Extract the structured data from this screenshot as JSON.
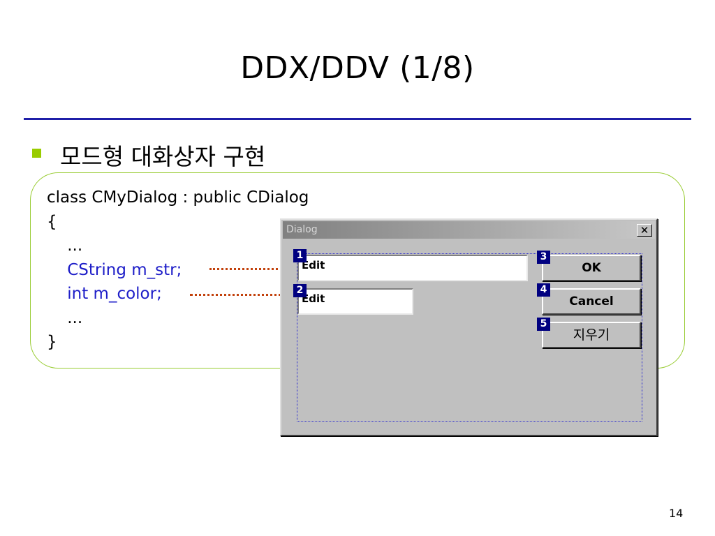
{
  "slide": {
    "title": "DDX/DDV (1/8)",
    "bullet": "모드형 대화상자 구현",
    "page_number": "14"
  },
  "code": {
    "line1": "class CMyDialog : public CDialog",
    "line2": "{",
    "line3": "    ...",
    "line4": "    CString m_str;",
    "line5": "    int m_color;",
    "line6": "    ...",
    "line7": "}"
  },
  "dialog": {
    "title": "Dialog",
    "close_glyph": "✕",
    "edit1": "Edit",
    "edit2": "Edit",
    "ok_label": "OK",
    "cancel_label": "Cancel",
    "clear_label": "지우기",
    "tab_order": [
      "1",
      "2",
      "3",
      "4",
      "5"
    ]
  },
  "colors": {
    "title_rule": "#1f1fa8",
    "bullet": "#99cc00",
    "code_highlight": "#1d1dc8",
    "connector": "#c2410c",
    "tab_badge": "#000080"
  }
}
